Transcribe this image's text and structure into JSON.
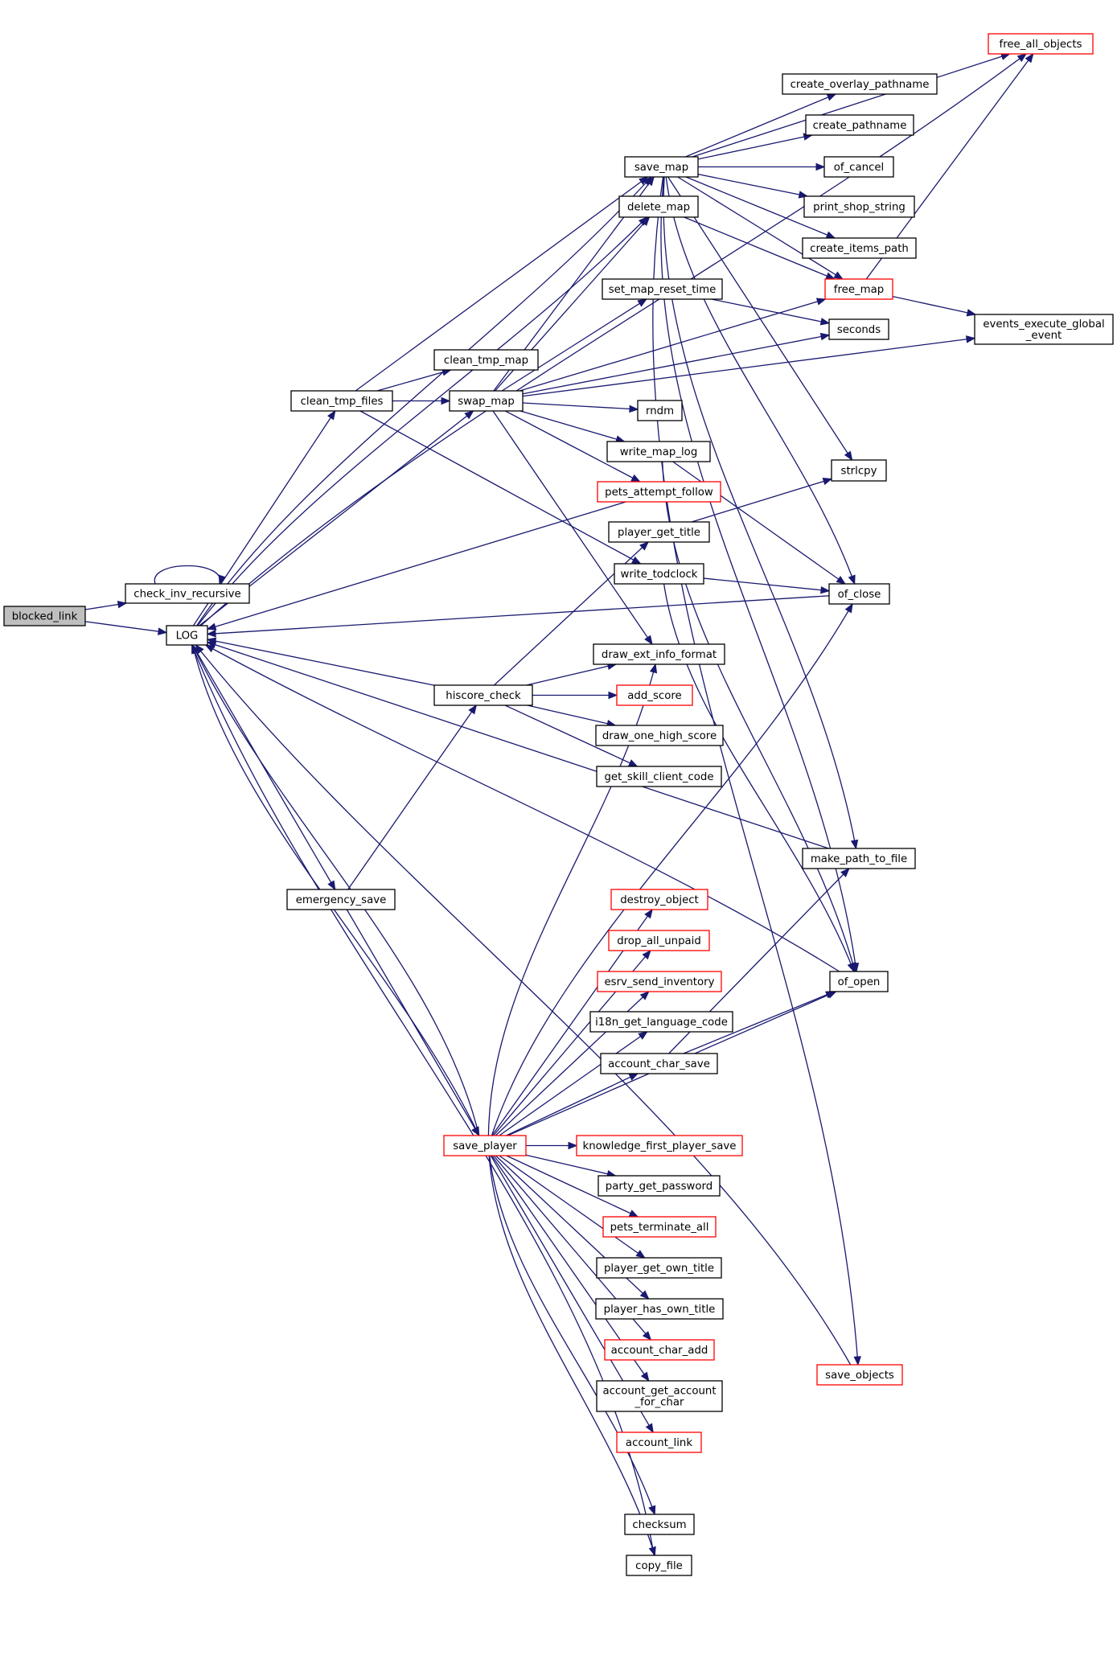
{
  "colors": {
    "edge": "#191970",
    "box_default": "#000000",
    "box_truncated": "#ff0000",
    "box_root_fill": "#bfbfbf",
    "box_fill": "#ffffff"
  },
  "nodes": [
    {
      "id": "blocked_link",
      "label": "blocked_link",
      "kind": "root"
    },
    {
      "id": "check_inv_recursive",
      "label": "check_inv_recursive",
      "kind": "normal"
    },
    {
      "id": "LOG",
      "label": "LOG",
      "kind": "normal"
    },
    {
      "id": "clean_tmp_files",
      "label": "clean_tmp_files",
      "kind": "normal"
    },
    {
      "id": "emergency_save",
      "label": "emergency_save",
      "kind": "normal"
    },
    {
      "id": "clean_tmp_map",
      "label": "clean_tmp_map",
      "kind": "normal"
    },
    {
      "id": "swap_map",
      "label": "swap_map",
      "kind": "normal"
    },
    {
      "id": "hiscore_check",
      "label": "hiscore_check",
      "kind": "normal"
    },
    {
      "id": "save_player",
      "label": "save_player",
      "kind": "truncated"
    },
    {
      "id": "save_map",
      "label": "save_map",
      "kind": "normal"
    },
    {
      "id": "delete_map",
      "label": "delete_map",
      "kind": "normal"
    },
    {
      "id": "set_map_reset_time",
      "label": "set_map_reset_time",
      "kind": "normal"
    },
    {
      "id": "rndm",
      "label": "rndm",
      "kind": "normal"
    },
    {
      "id": "write_map_log",
      "label": "write_map_log",
      "kind": "normal"
    },
    {
      "id": "pets_attempt_follow",
      "label": "pets_attempt_follow",
      "kind": "truncated"
    },
    {
      "id": "player_get_title",
      "label": "player_get_title",
      "kind": "normal"
    },
    {
      "id": "write_todclock",
      "label": "write_todclock",
      "kind": "normal"
    },
    {
      "id": "draw_ext_info_format",
      "label": "draw_ext_info_format",
      "kind": "normal"
    },
    {
      "id": "add_score",
      "label": "add_score",
      "kind": "truncated"
    },
    {
      "id": "draw_one_high_score",
      "label": "draw_one_high_score",
      "kind": "normal"
    },
    {
      "id": "get_skill_client_code",
      "label": "get_skill_client_code",
      "kind": "normal"
    },
    {
      "id": "destroy_object",
      "label": "destroy_object",
      "kind": "truncated"
    },
    {
      "id": "drop_all_unpaid",
      "label": "drop_all_unpaid",
      "kind": "truncated"
    },
    {
      "id": "esrv_send_inventory",
      "label": "esrv_send_inventory",
      "kind": "truncated"
    },
    {
      "id": "i18n_get_language_code",
      "label": "i18n_get_language_code",
      "kind": "normal"
    },
    {
      "id": "account_char_save",
      "label": "account_char_save",
      "kind": "normal"
    },
    {
      "id": "knowledge_first_player_save",
      "label": "knowledge_first_player_save",
      "kind": "truncated"
    },
    {
      "id": "party_get_password",
      "label": "party_get_password",
      "kind": "normal"
    },
    {
      "id": "pets_terminate_all",
      "label": "pets_terminate_all",
      "kind": "truncated"
    },
    {
      "id": "player_get_own_title",
      "label": "player_get_own_title",
      "kind": "normal"
    },
    {
      "id": "player_has_own_title",
      "label": "player_has_own_title",
      "kind": "normal"
    },
    {
      "id": "account_char_add",
      "label": "account_char_add",
      "kind": "truncated"
    },
    {
      "id": "account_get_account_for_char",
      "label": "account_get_account\n_for_char",
      "kind": "normal"
    },
    {
      "id": "account_link",
      "label": "account_link",
      "kind": "truncated"
    },
    {
      "id": "checksum",
      "label": "checksum",
      "kind": "normal"
    },
    {
      "id": "copy_file",
      "label": "copy_file",
      "kind": "normal"
    },
    {
      "id": "free_all_objects",
      "label": "free_all_objects",
      "kind": "truncated"
    },
    {
      "id": "create_overlay_pathname",
      "label": "create_overlay_pathname",
      "kind": "normal"
    },
    {
      "id": "create_pathname",
      "label": "create_pathname",
      "kind": "normal"
    },
    {
      "id": "of_cancel",
      "label": "of_cancel",
      "kind": "normal"
    },
    {
      "id": "print_shop_string",
      "label": "print_shop_string",
      "kind": "normal"
    },
    {
      "id": "create_items_path",
      "label": "create_items_path",
      "kind": "normal"
    },
    {
      "id": "free_map",
      "label": "free_map",
      "kind": "truncated"
    },
    {
      "id": "seconds",
      "label": "seconds",
      "kind": "normal"
    },
    {
      "id": "strlcpy",
      "label": "strlcpy",
      "kind": "normal"
    },
    {
      "id": "of_close",
      "label": "of_close",
      "kind": "normal"
    },
    {
      "id": "make_path_to_file",
      "label": "make_path_to_file",
      "kind": "normal"
    },
    {
      "id": "of_open",
      "label": "of_open",
      "kind": "normal"
    },
    {
      "id": "save_objects",
      "label": "save_objects",
      "kind": "truncated"
    },
    {
      "id": "events_execute_global_event",
      "label": "events_execute_global\n_event",
      "kind": "normal"
    }
  ],
  "edges": [
    [
      "blocked_link",
      "check_inv_recursive"
    ],
    [
      "blocked_link",
      "LOG"
    ],
    [
      "check_inv_recursive",
      "check_inv_recursive"
    ],
    [
      "LOG",
      "clean_tmp_files"
    ],
    [
      "LOG",
      "emergency_save"
    ],
    [
      "LOG",
      "save_map"
    ],
    [
      "LOG",
      "swap_map"
    ],
    [
      "LOG",
      "delete_map"
    ],
    [
      "LOG",
      "free_all_objects"
    ],
    [
      "LOG",
      "save_player"
    ],
    [
      "clean_tmp_files",
      "clean_tmp_map"
    ],
    [
      "clean_tmp_files",
      "swap_map"
    ],
    [
      "clean_tmp_files",
      "save_map"
    ],
    [
      "clean_tmp_files",
      "write_todclock"
    ],
    [
      "emergency_save",
      "hiscore_check"
    ],
    [
      "emergency_save",
      "save_player"
    ],
    [
      "swap_map",
      "save_map"
    ],
    [
      "swap_map",
      "delete_map"
    ],
    [
      "swap_map",
      "set_map_reset_time"
    ],
    [
      "swap_map",
      "rndm"
    ],
    [
      "swap_map",
      "write_map_log"
    ],
    [
      "swap_map",
      "pets_attempt_follow"
    ],
    [
      "swap_map",
      "draw_ext_info_format"
    ],
    [
      "swap_map",
      "free_map"
    ],
    [
      "swap_map",
      "seconds"
    ],
    [
      "swap_map",
      "events_execute_global_event"
    ],
    [
      "hiscore_check",
      "player_get_title"
    ],
    [
      "hiscore_check",
      "draw_ext_info_format"
    ],
    [
      "hiscore_check",
      "add_score"
    ],
    [
      "hiscore_check",
      "draw_one_high_score"
    ],
    [
      "hiscore_check",
      "get_skill_client_code"
    ],
    [
      "save_map",
      "free_all_objects"
    ],
    [
      "save_map",
      "create_overlay_pathname"
    ],
    [
      "save_map",
      "create_pathname"
    ],
    [
      "save_map",
      "of_cancel"
    ],
    [
      "save_map",
      "print_shop_string"
    ],
    [
      "save_map",
      "create_items_path"
    ],
    [
      "save_map",
      "free_map"
    ],
    [
      "save_map",
      "strlcpy"
    ],
    [
      "save_map",
      "of_close"
    ],
    [
      "save_map",
      "make_path_to_file"
    ],
    [
      "save_map",
      "of_open"
    ],
    [
      "save_map",
      "save_objects"
    ],
    [
      "delete_map",
      "free_map"
    ],
    [
      "free_map",
      "free_all_objects"
    ],
    [
      "free_map",
      "events_execute_global_event"
    ],
    [
      "set_map_reset_time",
      "seconds"
    ],
    [
      "write_map_log",
      "of_close"
    ],
    [
      "write_map_log",
      "of_open"
    ],
    [
      "player_get_title",
      "strlcpy"
    ],
    [
      "write_todclock",
      "of_close"
    ],
    [
      "write_todclock",
      "of_open"
    ],
    [
      "of_close",
      "LOG"
    ],
    [
      "pets_attempt_follow",
      "LOG"
    ],
    [
      "hiscore_check",
      "LOG"
    ],
    [
      "make_path_to_file",
      "LOG"
    ],
    [
      "copy_file",
      "LOG"
    ],
    [
      "account_char_save",
      "of_open"
    ],
    [
      "account_char_save",
      "make_path_to_file"
    ],
    [
      "save_player",
      "destroy_object"
    ],
    [
      "save_player",
      "drop_all_unpaid"
    ],
    [
      "save_player",
      "esrv_send_inventory"
    ],
    [
      "save_player",
      "i18n_get_language_code"
    ],
    [
      "save_player",
      "account_char_save"
    ],
    [
      "save_player",
      "knowledge_first_player_save"
    ],
    [
      "save_player",
      "party_get_password"
    ],
    [
      "save_player",
      "pets_terminate_all"
    ],
    [
      "save_player",
      "player_get_own_title"
    ],
    [
      "save_player",
      "player_has_own_title"
    ],
    [
      "save_player",
      "account_char_add"
    ],
    [
      "save_player",
      "account_get_account_for_char"
    ],
    [
      "save_player",
      "account_link"
    ],
    [
      "save_player",
      "checksum"
    ],
    [
      "save_player",
      "copy_file"
    ],
    [
      "save_player",
      "draw_ext_info_format"
    ],
    [
      "save_player",
      "of_close"
    ],
    [
      "save_player",
      "of_open"
    ],
    [
      "save_player",
      "LOG"
    ],
    [
      "of_open",
      "LOG"
    ],
    [
      "save_objects",
      "LOG"
    ]
  ]
}
